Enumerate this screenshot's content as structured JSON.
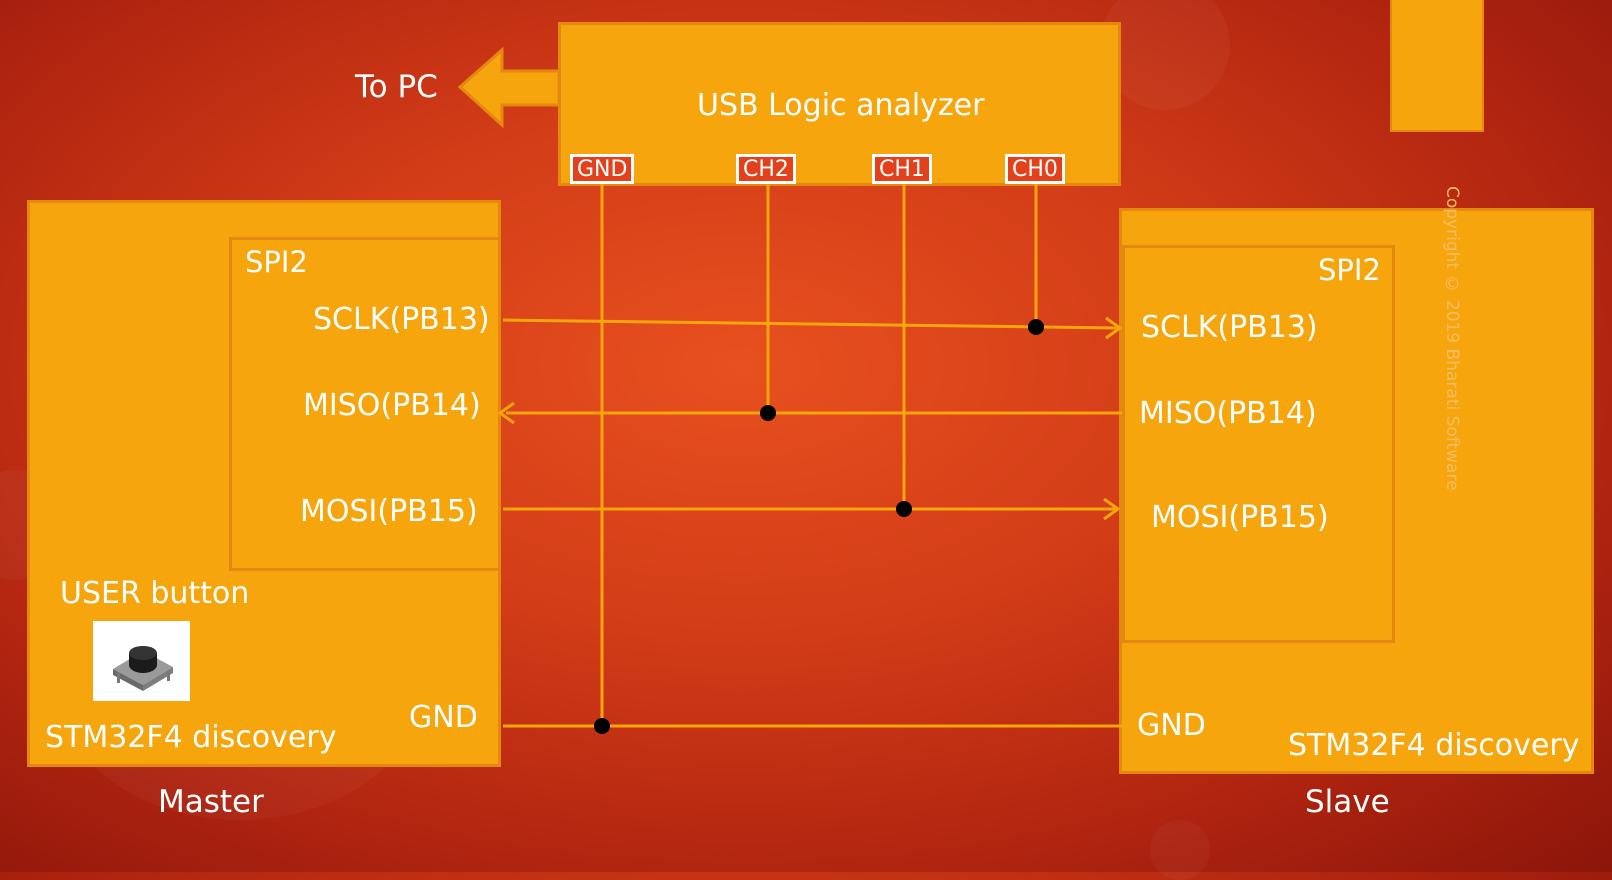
{
  "analyzer": {
    "title": "USB Logic analyzer",
    "to_pc": "To PC",
    "channels": {
      "gnd": "GND",
      "ch2": "CH2",
      "ch1": "CH1",
      "ch0": "CH0"
    }
  },
  "master": {
    "spi": "SPI2",
    "sclk": "SCLK(PB13)",
    "miso": "MISO(PB14)",
    "mosi": "MOSI(PB15)",
    "user_button": "USER button",
    "gnd": "GND",
    "board": "STM32F4 discovery",
    "role": "Master"
  },
  "slave": {
    "spi": "SPI2",
    "sclk": "SCLK(PB13)",
    "miso": "MISO(PB14)",
    "mosi": "MOSI(PB15)",
    "gnd": "GND",
    "board": "STM32F4 discovery",
    "role": "Slave"
  },
  "copyright": "Copyright © 2019 Bharati Software",
  "colors": {
    "board": "#f6a50d",
    "border": "#e48810",
    "wire": "#f6a50d",
    "channel_fill": "#e2411c",
    "background": "#d23c17"
  }
}
